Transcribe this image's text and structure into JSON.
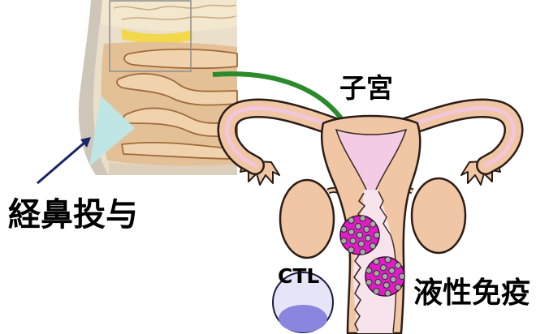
{
  "labels": {
    "uterus": "子宮",
    "nasal_administration": "経鼻投与",
    "ctl": "CTL",
    "humoral_immunity": "液性免疫"
  },
  "colors": {
    "transfer_arrow": "#2b8a2b",
    "pointer_arrow": "#1a2466",
    "virus": "#e01cc8",
    "spray": "#bfe6e4",
    "uterus_tissue": "#f0c6a4",
    "uterine_cavity": "#f4cbe4",
    "ctl_cell": "#e6e4f7",
    "ctl_nucleus": "#8a86e0",
    "olfactory_strip": "#f2d84a"
  }
}
